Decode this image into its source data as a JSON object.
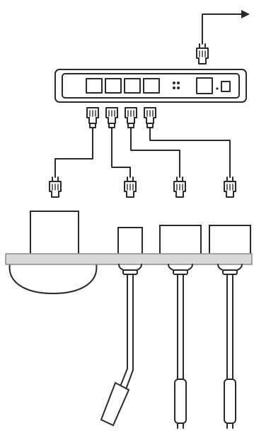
{
  "diagram": {
    "stroke_color": "#2a2a2a",
    "desk_color": "#d9d9d9",
    "desk_edge_color": "#8a8a8a",
    "background_color": "#ffffff",
    "switch_ports": 4,
    "connected_devices": [
      "console-unit",
      "gooseneck-microphone",
      "delegate-unit",
      "delegate-unit"
    ],
    "icons": [
      "rj45-plug-icon",
      "arrow-right-icon"
    ]
  }
}
